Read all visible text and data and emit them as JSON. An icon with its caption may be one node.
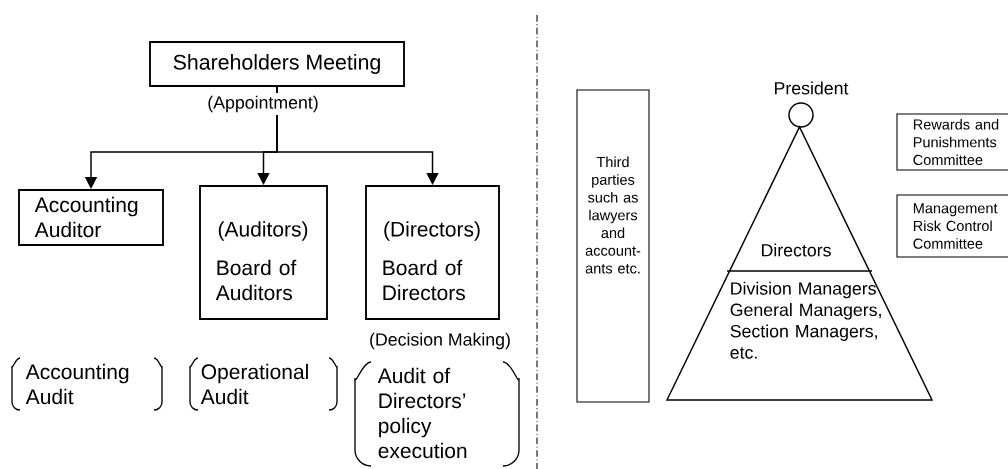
{
  "diagram": {
    "nodes": [
      {
        "text": [
          "Shareholders Meeting"
        ],
        "beside": [
          "(Appointment)"
        ]
      },
      {
        "text": [
          "Accounting Auditor"
        ]
      },
      {
        "text": [
          "(Auditors)",
          "Board of Auditors"
        ]
      },
      {
        "text": [
          "(Directors)",
          "Board of Directors"
        ]
      },
      {
        "text": [
          "Accounting Audit"
        ]
      },
      {
        "text": [
          "Operational Audit"
        ]
      },
      {
        "text": [
          "Audit of Directors’ policy execution"
        ],
        "beside": [
          "(Decision Making)"
        ]
      },
      {
        "text": [
          "Third parties such as lawyers and account- ants etc."
        ]
      },
      {
        "text": [
          "President"
        ]
      },
      {
        "text": [
          "Directors",
          "Division Managers General Managers, Section Managers, etc."
        ]
      },
      {
        "text": [
          "Rewards and Punishments Committee"
        ]
      },
      {
        "text": [
          "Management Risk Control Committee"
        ]
      }
    ],
    "edges": [
      {
        "from": 0,
        "to": 1,
        "arrow": "to"
      },
      {
        "from": 0,
        "to": 2,
        "arrow": "to"
      },
      {
        "from": 0,
        "to": 3,
        "arrow": "to"
      }
    ]
  }
}
